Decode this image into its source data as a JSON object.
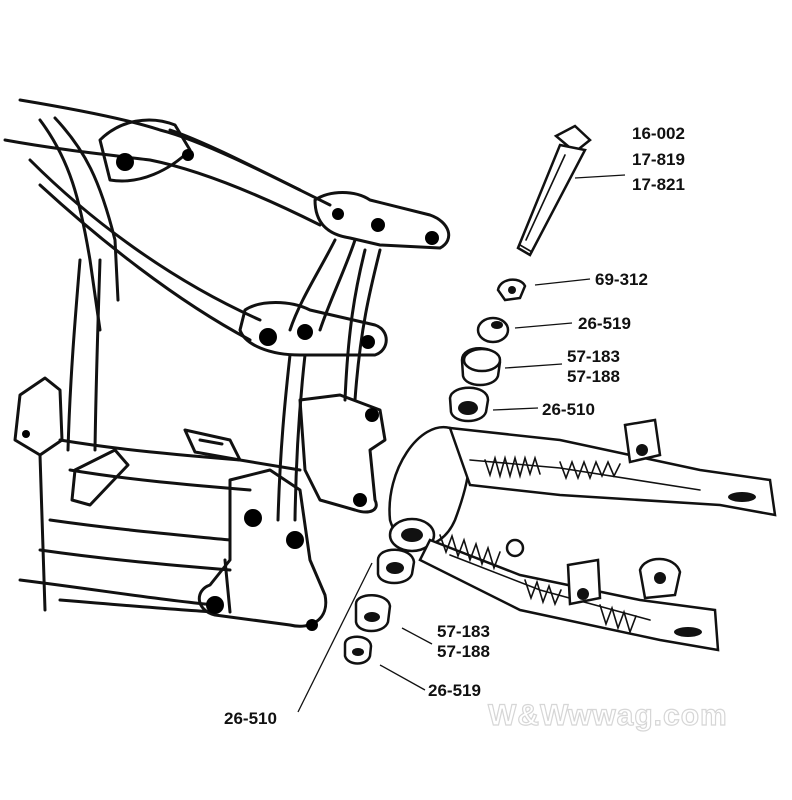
{
  "labels": {
    "pin": [
      "16-002",
      "17-819",
      "17-821"
    ],
    "washer_top": "69-312",
    "spacer_top": "26-519",
    "bushing_top": [
      "57-183",
      "57-188"
    ],
    "bearing_top": "26-510",
    "bushing_bottom": [
      "57-183",
      "57-188"
    ],
    "spacer_bottom": "26-519",
    "bearing_bottom": "26-510"
  },
  "watermark": {
    "logo": "W&W",
    "site": "wwag.com"
  }
}
